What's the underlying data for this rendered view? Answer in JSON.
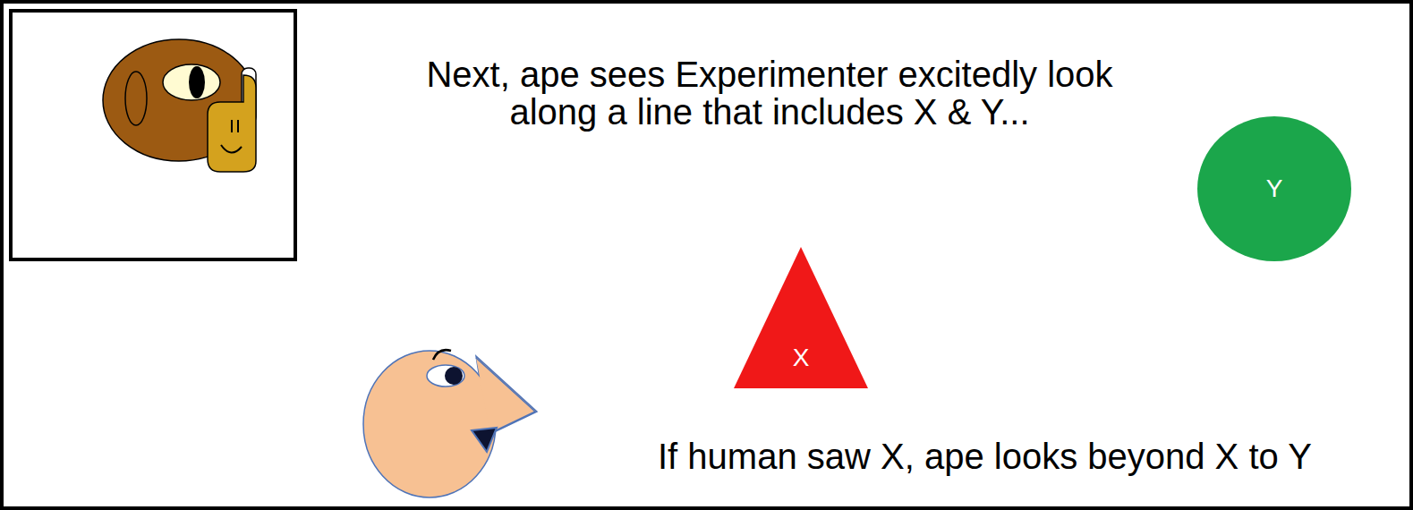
{
  "diagram": {
    "nodes": [
      {
        "text": [
          "X"
        ]
      },
      {
        "text": [
          "Y"
        ]
      }
    ],
    "labels": [
      "Next, ape sees Experimenter excitedly look along  a line that includes X & Y...",
      "If human saw X, ape looks beyond X to Y"
    ]
  }
}
